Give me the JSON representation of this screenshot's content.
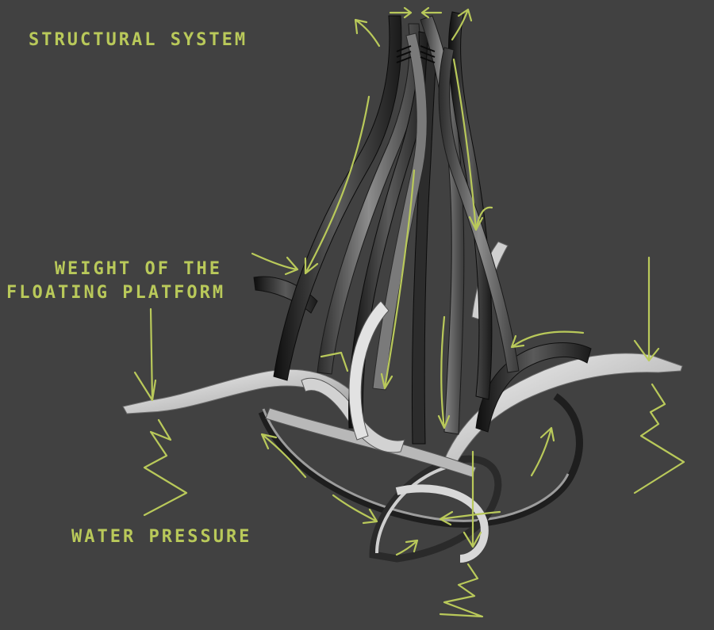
{
  "labels": {
    "title": "STRUCTURAL SYSTEM",
    "weight_line1": "WEIGHT OF THE",
    "weight_line2": "FLOATING PLATFORM",
    "water": "WATER PRESSURE"
  },
  "colors": {
    "background": "#414141",
    "annotation": "#b9c95a",
    "structure_light": "#e6e6e6",
    "structure_dark": "#1c1c1c"
  },
  "icons": {
    "load_arrow": "arrow-icon",
    "pressure_zigzag": "zigzag-icon"
  }
}
